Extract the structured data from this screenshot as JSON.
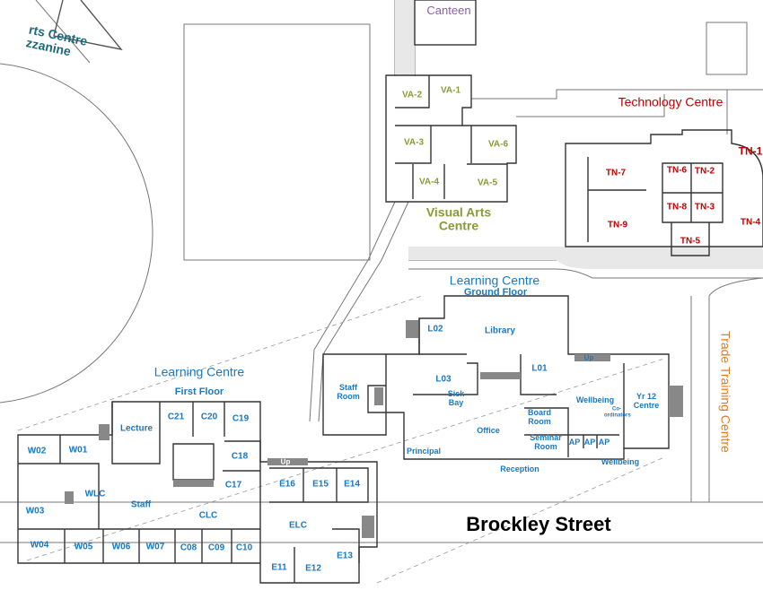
{
  "colors": {
    "learning": "#1a78c2",
    "visual_arts": "#8a9a34",
    "technology": "#c00000",
    "trade": "#e07b20",
    "canteen": "#8a5fa8",
    "performing": "#1b6b7a"
  },
  "top_left_label": {
    "line1": "rts Centre",
    "line2": "zzanine"
  },
  "canteen": "Canteen",
  "visual_arts": {
    "title_line1": "Visual Arts",
    "title_line2": "Centre",
    "rooms": [
      "VA-1",
      "VA-2",
      "VA-3",
      "VA-4",
      "VA-5",
      "VA-6"
    ]
  },
  "technology": {
    "title": "Technology Centre",
    "rooms": [
      "TN-1",
      "TN-2",
      "TN-3",
      "TN-4",
      "TN-5",
      "TN-6",
      "TN-7",
      "TN-8",
      "TN-9"
    ]
  },
  "trade": "Trade Training Centre",
  "street": "Brockley Street",
  "ground_floor": {
    "title": "Learning Centre",
    "subtitle": "Ground Floor",
    "rooms": [
      "L02",
      "Library",
      "L01",
      "L03",
      "Sick Bay",
      "Staff Room",
      "Board Room",
      "Office",
      "Seminar Room",
      "Principal",
      "Reception",
      "Wellbeing",
      "Co-ordinators",
      "Yr 12 Centre",
      "AP",
      "AP",
      "AP",
      "Wellbeing",
      "Up"
    ]
  },
  "first_floor": {
    "title": "Learning Centre",
    "subtitle": "First Floor",
    "rooms": [
      "W02",
      "W01",
      "W03",
      "WLC",
      "W04",
      "W05",
      "W06",
      "W07",
      "Lecture",
      "C21",
      "C20",
      "C19",
      "C18",
      "C17",
      "Staff",
      "CLC",
      "C08",
      "C09",
      "C10",
      "E16",
      "E15",
      "E14",
      "ELC",
      "E13",
      "E11",
      "E12",
      "Up"
    ]
  }
}
